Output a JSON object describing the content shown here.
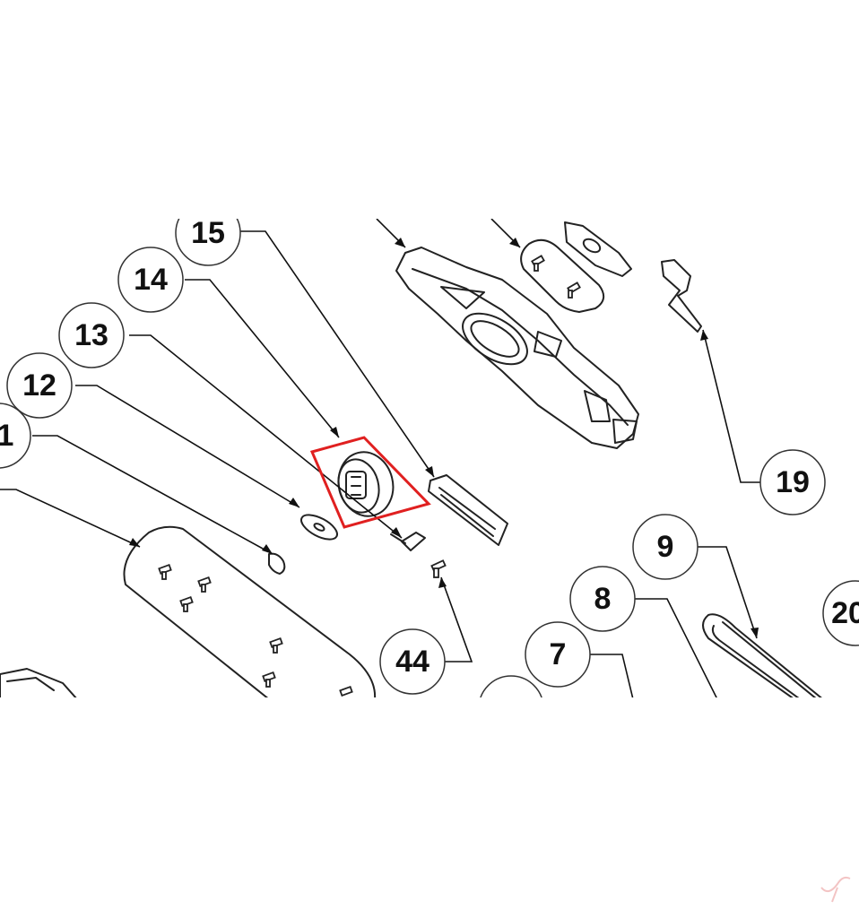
{
  "diagram": {
    "callouts": [
      {
        "id": "15",
        "label": "15"
      },
      {
        "id": "14",
        "label": "14"
      },
      {
        "id": "13",
        "label": "13"
      },
      {
        "id": "12",
        "label": "12"
      },
      {
        "id": "11",
        "label": "1"
      },
      {
        "id": "19",
        "label": "19"
      },
      {
        "id": "9",
        "label": "9"
      },
      {
        "id": "8",
        "label": "8"
      },
      {
        "id": "20",
        "label": "20"
      },
      {
        "id": "7",
        "label": "7"
      },
      {
        "id": "44",
        "label": "44"
      }
    ],
    "highlight_color": "#e02020",
    "highlighted_part": "14",
    "line_color": "#222222"
  }
}
